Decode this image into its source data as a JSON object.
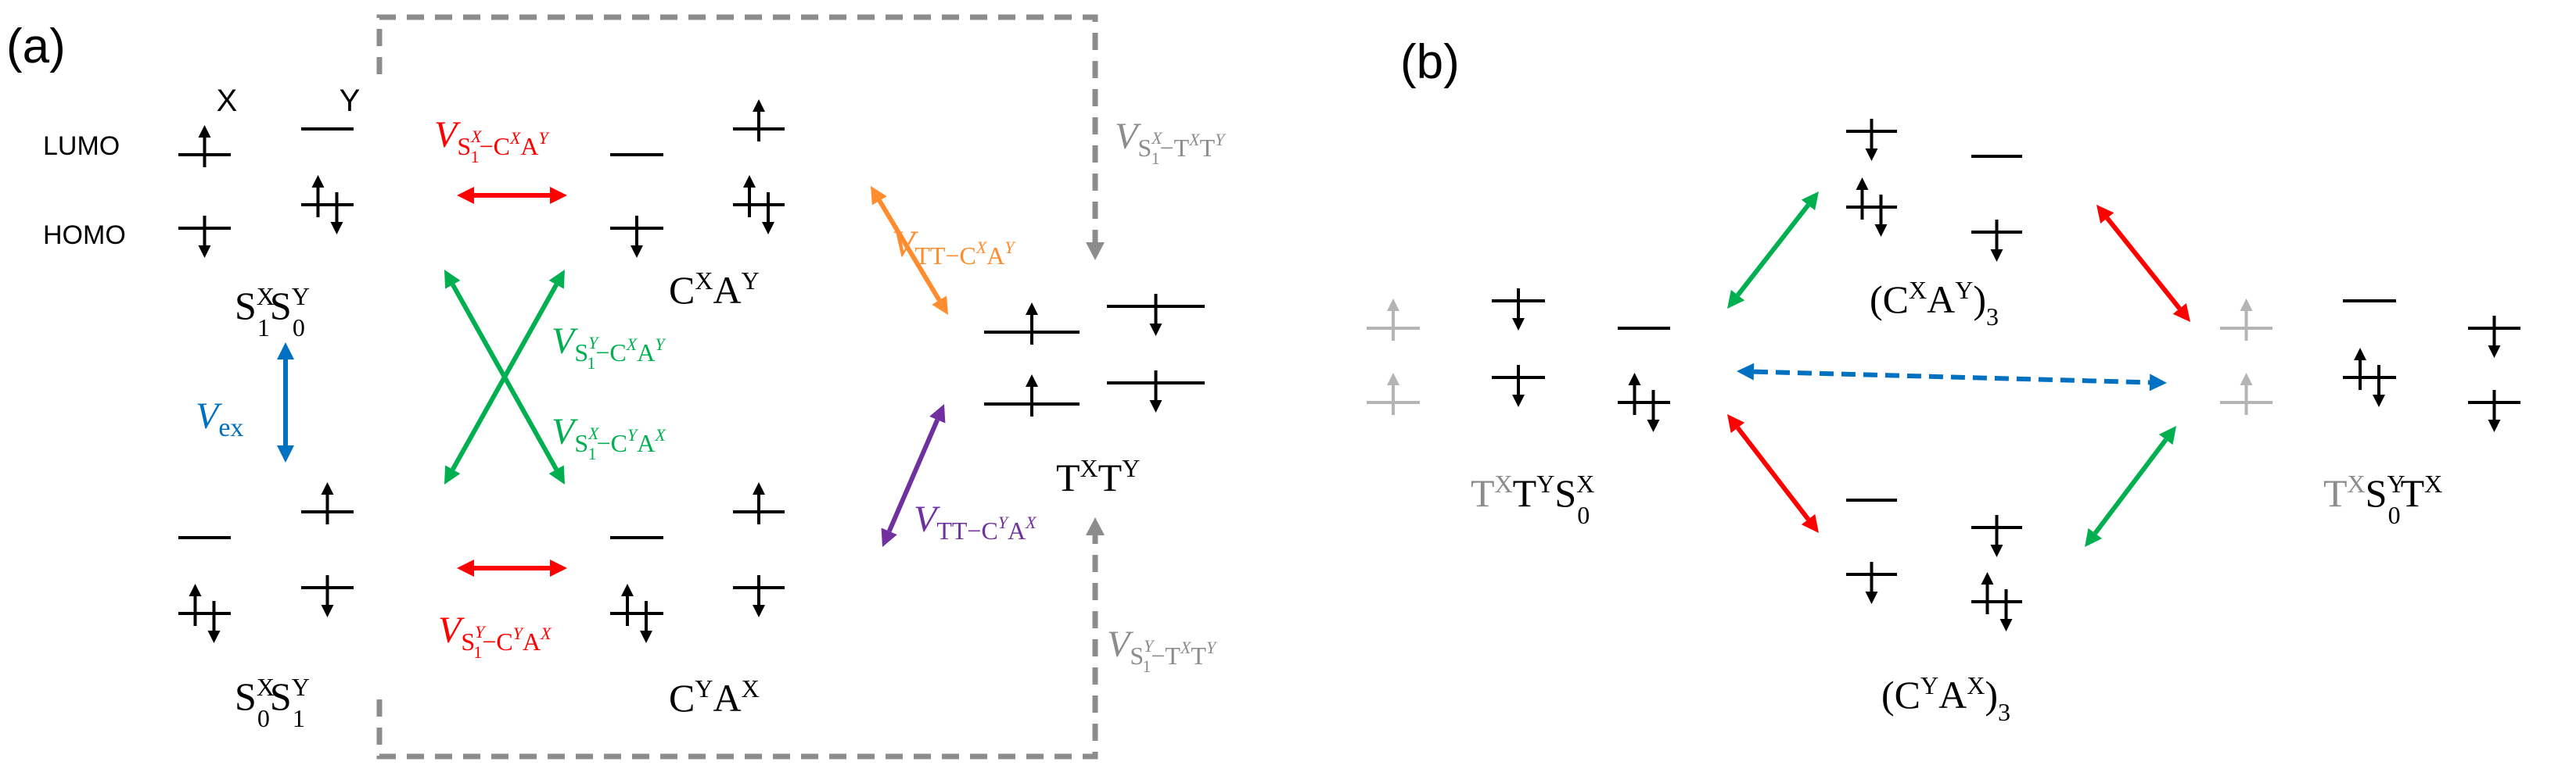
{
  "colors": {
    "black": "#000000",
    "red": "#ff0000",
    "green": "#00b050",
    "orange": "#ff8c2e",
    "purple": "#7030a0",
    "blue": "#0070c0",
    "gray": "#8c8c8c",
    "lightgray": "#b4b4b4"
  },
  "panel_a": {
    "label": "(a)",
    "col_x": "X",
    "col_y": "Y",
    "lumo": "LUMO",
    "homo": "HOMO",
    "states": {
      "s1x_s0y": {
        "base": "S",
        "sup1": "X",
        "sub1": "1",
        "sup2": "Y",
        "sub2": "0"
      },
      "s0x_s1y": {
        "base": "S",
        "sup1": "X",
        "sub1": "0",
        "sup2": "Y",
        "sub2": "1"
      },
      "cx_ay": {
        "c": "C",
        "csup": "X",
        "a": "A",
        "asup": "Y"
      },
      "cy_ax": {
        "c": "C",
        "csup": "Y",
        "a": "A",
        "asup": "X"
      },
      "tx_ty": {
        "t1": "T",
        "t1sup": "X",
        "t2": "T",
        "t2sup": "Y"
      }
    },
    "couplings": {
      "vex": {
        "v": "V",
        "sub": "ex"
      },
      "v_s1x_cxay": {
        "v": "V",
        "sub_s": "S",
        "sub_s_sub": "1",
        "sub_s_sup": "X",
        "sub_rest": "−C",
        "sub_c_sup": "X",
        "sub_a": "A",
        "sub_a_sup": "Y"
      },
      "v_s1y_cyax": {
        "v": "V",
        "sub_s": "S",
        "sub_s_sub": "1",
        "sub_s_sup": "Y",
        "sub_rest": "−C",
        "sub_c_sup": "Y",
        "sub_a": "A",
        "sub_a_sup": "X"
      },
      "v_s1y_cxay": {
        "v": "V",
        "sub_s": "S",
        "sub_s_sub": "1",
        "sub_s_sup": "Y",
        "sub_rest": "−C",
        "sub_c_sup": "X",
        "sub_a": "A",
        "sub_a_sup": "Y"
      },
      "v_s1x_cyax": {
        "v": "V",
        "sub_s": "S",
        "sub_s_sub": "1",
        "sub_s_sup": "X",
        "sub_rest": "−C",
        "sub_c_sup": "Y",
        "sub_a": "A",
        "sub_a_sup": "X"
      },
      "v_tt_cxay": {
        "v": "V",
        "sub_tt": "TT−C",
        "sub_c_sup": "X",
        "sub_a": "A",
        "sub_a_sup": "Y"
      },
      "v_tt_cyax": {
        "v": "V",
        "sub_tt": "TT−C",
        "sub_c_sup": "Y",
        "sub_a": "A",
        "sub_a_sup": "X"
      },
      "v_s1x_txty": {
        "v": "V",
        "sub_s": "S",
        "sub_s_sub": "1",
        "sub_s_sup": "X",
        "sub_rest": "−T",
        "sub_t1_sup": "X",
        "sub_t2": "T",
        "sub_t2_sup": "Y"
      },
      "v_s1y_txty": {
        "v": "V",
        "sub_s": "S",
        "sub_s_sub": "1",
        "sub_s_sup": "Y",
        "sub_rest": "−T",
        "sub_t1_sup": "X",
        "sub_t2": "T",
        "sub_t2_sup": "Y"
      }
    }
  },
  "panel_b": {
    "label": "(b)",
    "states": {
      "cxay3": {
        "open": "(C",
        "csup": "X",
        "a": "A",
        "asup": "Y",
        "close": ")",
        "sub": "3"
      },
      "cyax3": {
        "open": "(C",
        "csup": "Y",
        "a": "A",
        "asup": "X",
        "close": ")",
        "sub": "3"
      },
      "left": {
        "t1": "T",
        "t1sup": "X",
        "t2": "T",
        "t2sup": "Y",
        "s": "S",
        "ssup": "X",
        "ssub": "0"
      },
      "right": {
        "t1": "T",
        "t1sup": "X",
        "s": "S",
        "ssup": "Y",
        "ssub": "0",
        "t2": "T",
        "t2sup": "X"
      }
    }
  }
}
